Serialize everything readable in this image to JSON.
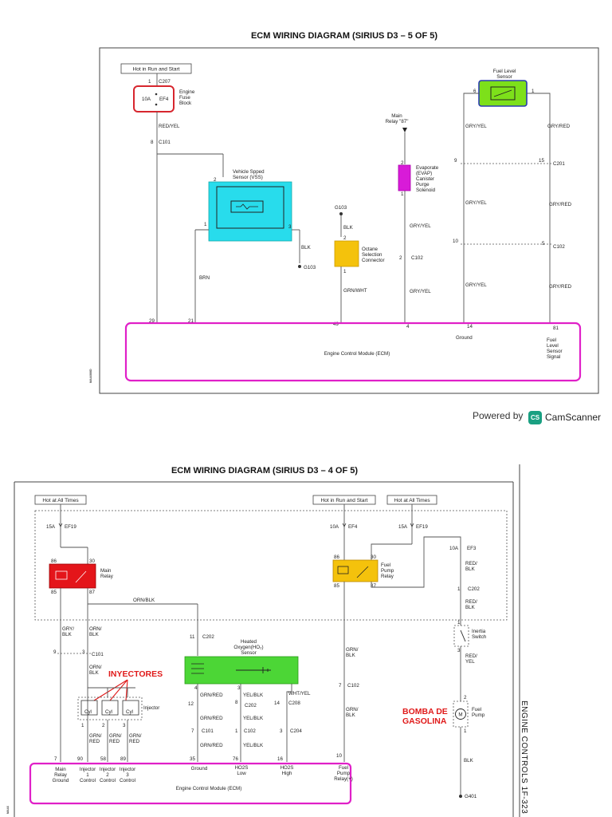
{
  "page1": {
    "title": "ECM WIRING DIAGRAM (SIRIUS D3 – 5 OF 5)",
    "hot_run_start": "Hot in Run and Start",
    "fuse": {
      "pin_top": "1",
      "connector_top": "C207",
      "rating": "10A",
      "name": "EF4",
      "label_l1": "Engine",
      "label_l2": "Fuse",
      "label_l3": "Block"
    },
    "wire_red_yel": "RED/YEL",
    "c101": {
      "pin": "8",
      "name": "C101"
    },
    "vss": {
      "pin": "2",
      "label_l1": "Vehicle Spped",
      "label_l2": "Sensor (VSS)",
      "pin_left": "1",
      "pin_right": "3"
    },
    "blk": "BLK",
    "g103_a": "G103",
    "brn": "BRN",
    "main_relay87": {
      "label_l1": "Main",
      "label_l2": "Relay \"87\""
    },
    "evap": {
      "pin_top": "2",
      "pin_bottom": "1",
      "label_l1": "Evaporate",
      "label_l2": "(EVAP)",
      "label_l3": "Canister",
      "label_l4": "Purge",
      "label_l5": "Solenoid"
    },
    "g103_b": "G103",
    "octane": {
      "wire_top": "BLK",
      "pin_top": "2",
      "pin_bottom": "1",
      "label_l1": "Octane",
      "label_l2": "Selection",
      "label_l3": "Connector"
    },
    "grn_wht": "GRN/WHT",
    "gry_yel_1": "GRY/YEL",
    "gry_yel_2": "GRY/YEL",
    "c102": {
      "pin": "2",
      "name": "C102"
    },
    "fuel_sensor": {
      "label_l1": "Fuel Level",
      "label_l2": "Sensor",
      "pin_left": "6",
      "pin_right": "1"
    },
    "gry_yel_a": "GRY/YEL",
    "gry_red_a": "GRY/RED",
    "c201": {
      "pin_left": "9",
      "pin_right": "15",
      "name": "C201"
    },
    "gry_yel_b": "GRY/YEL",
    "gry_red_b": "GRY/RED",
    "c102b": {
      "pin_left": "10",
      "pin_right": "5",
      "name": "C102"
    },
    "gry_yel_c": "GRY/YEL",
    "gry_red_c": "GRY/RED",
    "ecm_pins": {
      "p29": "29",
      "p21": "21",
      "p49": "49",
      "p4": "4",
      "p14": "14",
      "p81": "81"
    },
    "ground": "Ground",
    "fuel_signal": {
      "l1": "Fuel",
      "l2": "Level",
      "l3": "Sensor",
      "l4": "Signal"
    },
    "ecm": "Engine Control Module (ECM)",
    "side_code": "MA4X8/8D"
  },
  "scanner": {
    "powered": "Powered by",
    "logo": "CS",
    "name": "CamScanner"
  },
  "page2": {
    "title": "ECM WIRING DIAGRAM (SIRIUS D3 – 4 OF 5)",
    "hot_all_1": "Hot at All Times",
    "hot_run_start": "Hot in Run and Start",
    "hot_all_2": "Hot at All Times",
    "ef19_a": {
      "rating": "15A",
      "name": "EF19"
    },
    "ef4": {
      "rating": "10A",
      "name": "EF4"
    },
    "ef19_b": {
      "rating": "15A",
      "name": "EF19"
    },
    "ef3": {
      "rating": "10A",
      "name": "EF3"
    },
    "main_relay": {
      "p86": "86",
      "p30": "30",
      "p85": "85",
      "p87": "87",
      "label_l1": "Main",
      "label_l2": "Relay"
    },
    "fuel_relay": {
      "p86": "86",
      "p30": "30",
      "p85": "85",
      "p87": "87",
      "label_l1": "Fuel",
      "label_l2": "Pump",
      "label_l3": "Relay"
    },
    "red_blk_a": {
      "l1": "RED/",
      "l2": "BLK"
    },
    "c202_a": {
      "pin": "1",
      "name": "C202"
    },
    "red_blk_b": {
      "l1": "RED/",
      "l2": "BLK"
    },
    "orn_blk_h": "ORN/BLK",
    "gry_blk": {
      "l1": "GRY/",
      "l2": "BLK"
    },
    "orn_blk_a": {
      "l1": "ORN/",
      "l2": "BLK"
    },
    "c101": {
      "pin_left": "9",
      "pin_right": "3",
      "name": "C101"
    },
    "orn_blk_b": {
      "l1": "ORN/",
      "l2": "BLK"
    },
    "injectores": "INYECTORES",
    "injector": {
      "label": "Injector",
      "cyl1": "Cyl",
      "cyl2": "Cyl",
      "cyl3": "Cyl"
    },
    "inj_pins": {
      "p1": "1",
      "p2": "2",
      "p3": "3"
    },
    "grn_red_1": {
      "l1": "GRN/",
      "l2": "RED"
    },
    "grn_red_2": {
      "l1": "GRN/",
      "l2": "RED"
    },
    "grn_red_3": {
      "l1": "GRN/",
      "l2": "RED"
    },
    "c202_b": {
      "pin": "11",
      "name": "C202"
    },
    "o2": {
      "label_l1": "Heated",
      "label_l2": "Oxygen(HO₂)",
      "label_l3": "Sensor",
      "pin4": "4",
      "pin3": "3"
    },
    "o2_grn_red_a": "GRN/RED",
    "o2_yel_blk_a": "YEL/BLK",
    "c202_c": {
      "pin_left": "12",
      "pin_right": "8",
      "name": "C202"
    },
    "o2_grn_red_b": "GRN/RED",
    "o2_yel_blk_b": "YEL/BLK",
    "wht_yel": "WHT/YEL",
    "c208": {
      "pin": "14",
      "name": "C208"
    },
    "c101b": {
      "pin": "7",
      "name": "C101"
    },
    "c102b": {
      "pin": "1",
      "name": "C102"
    },
    "c204": {
      "pin": "3",
      "name": "C204"
    },
    "o2_grn_red_c": "GRN/RED",
    "o2_yel_blk_c": "YEL/BLK",
    "inertia": {
      "pin_top": "1",
      "pin_bottom": "3",
      "label_l1": "Inertia",
      "label_l2": "Switch"
    },
    "red_yel": {
      "l1": "RED/",
      "l2": "YEL"
    },
    "grn_blk_a": {
      "l1": "GRN/",
      "l2": "BLK"
    },
    "c102c": {
      "pin": "7",
      "name": "C102"
    },
    "grn_blk_b": {
      "l1": "GRN/",
      "l2": "BLK"
    },
    "bomba": {
      "l1": "BOMBA DE",
      "l2": "GASOLINA"
    },
    "fuel_pump": {
      "pin_top": "2",
      "pin_bottom": "1",
      "label_l1": "Fuel",
      "label_l2": "Pump",
      "motor": "M"
    },
    "blk": "BLK",
    "g401": "G401",
    "ecm_pins": {
      "p7": "7",
      "p90": "90",
      "p58": "58",
      "p89": "89",
      "p35": "35",
      "p76": "76",
      "p16": "16",
      "p10": "10"
    },
    "ecm_labels": {
      "main_relay_ground": {
        "l1": "Main",
        "l2": "Relay",
        "l3": "Ground"
      },
      "inj1": {
        "l1": "Injector",
        "l2": "1",
        "l3": "Control"
      },
      "inj2": {
        "l1": "Injector",
        "l2": "2",
        "l3": "Control"
      },
      "inj3": {
        "l1": "Injector",
        "l2": "3",
        "l3": "Control"
      },
      "ground": "Ground",
      "ho2s_low": {
        "l1": "HO2S",
        "l2": "Low"
      },
      "ho2s_high": {
        "l1": "HO2S",
        "l2": "High"
      },
      "fuel_pump_relay": {
        "l1": "Fuel",
        "l2": "Pump",
        "l3": "Relay(+)"
      }
    },
    "ecm": "Engine Control Module (ECM)",
    "side_label": "ENGINE CONTROLS  1F-323",
    "side_code": "MA4X"
  }
}
